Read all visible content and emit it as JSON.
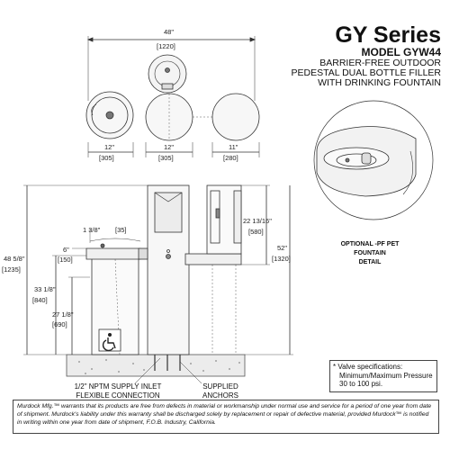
{
  "header": {
    "series": "GY Series",
    "model": "MODEL GYW44",
    "desc_line1": "BARRIER-FREE OUTDOOR",
    "desc_line2": "PEDESTAL DUAL BOTTLE FILLER",
    "desc_line3": "WITH DRINKING FOUNTAIN"
  },
  "plan_view": {
    "width_in": "48\"",
    "width_mm": "[1220]",
    "dim1_in": "12\"",
    "dim1_mm": "[305]",
    "dim2_in": "12\"",
    "dim2_mm": "[305]",
    "dim3_in": "11\"",
    "dim3_mm": "[280]"
  },
  "elevation": {
    "spout_in": "1 3/8\"",
    "spout_mm": "[35]",
    "six_in": "6\"",
    "six_mm": "[150]",
    "h48_in": "48 5/8\"",
    "h48_mm": "[1235]",
    "h33_in": "33 1/8\"",
    "h33_mm": "[840]",
    "h27_in": "27 1/8\"",
    "h27_mm": "[690]",
    "h22_in": "22 13/16\"",
    "h22_mm": "[580]",
    "h52_in": "52\"",
    "h52_mm": "[1320]"
  },
  "labels": {
    "supply_line1": "1/2\" NPTM SUPPLY INLET",
    "supply_line2": "FLEXIBLE CONNECTION",
    "anchors_line1": "SUPPLIED",
    "anchors_line2": "ANCHORS",
    "option_line1": "OPTIONAL -PF PET",
    "option_line2": "FOUNTAIN",
    "option_line3": "DETAIL"
  },
  "spec": {
    "line1": "* Valve specifications:",
    "line2": "Minimum/Maximum Pressure",
    "line3": "30 to 100 psi."
  },
  "warranty": "Murdock Mfg.™ warrants that its products are free from defects in material or workmanship under normal use and service for a period of one year from date of shipment. Murdock's liability under this warranty shall be discharged solely by replacement or repair of defective material, provided Murdock™ is notified in writing within one year from date of shipment, F.O.B. Industry, California."
}
